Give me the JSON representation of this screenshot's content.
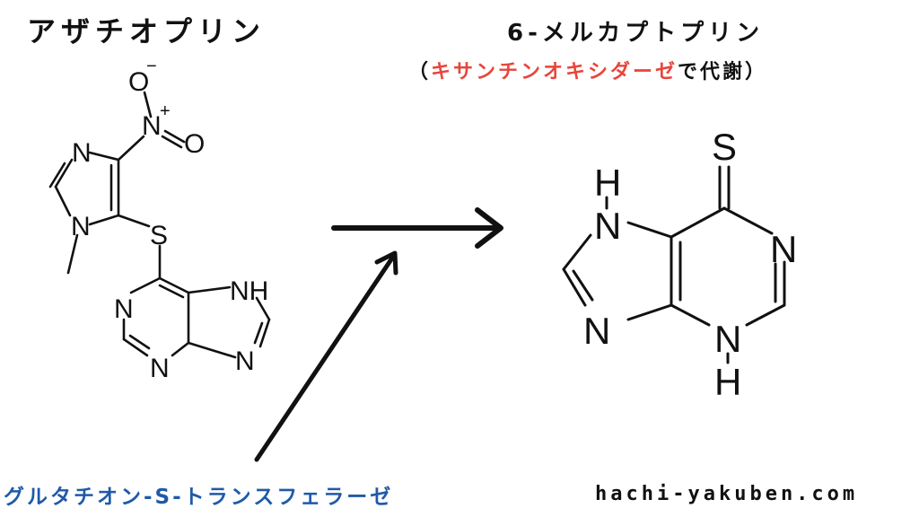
{
  "left_molecule": {
    "title": "アザチオプリン",
    "atoms": {
      "o_minus": "O",
      "o_minus_charge": "−",
      "n_nitro": "N",
      "n_nitro_charge": "+",
      "o_double": "O",
      "n_ring_top": "N",
      "n_methyl": "N",
      "s_bridge": "S",
      "n_purine_left": "N",
      "n_purine_bottom": "N",
      "nh_purine": "NH",
      "n_purine_right": "N"
    }
  },
  "right_molecule": {
    "title": "6-メルカプトプリン",
    "subtitle_open": "（",
    "subtitle_enzyme": "キサンチンオキシダーゼ",
    "subtitle_rest": "で代謝）",
    "atoms": {
      "s_top": "S",
      "h_top": "H",
      "n_h_top": "N",
      "n_right": "N",
      "n_bottom_left": "N",
      "n_bottom_right": "N",
      "h_bottom": "H"
    }
  },
  "enzyme_label": "グルタチオン-S-トランスフェラーゼ",
  "site_label": "hachi-yakuben.com",
  "colors": {
    "red": "#e8453c",
    "blue": "#1f5aa8",
    "black": "#111111"
  }
}
